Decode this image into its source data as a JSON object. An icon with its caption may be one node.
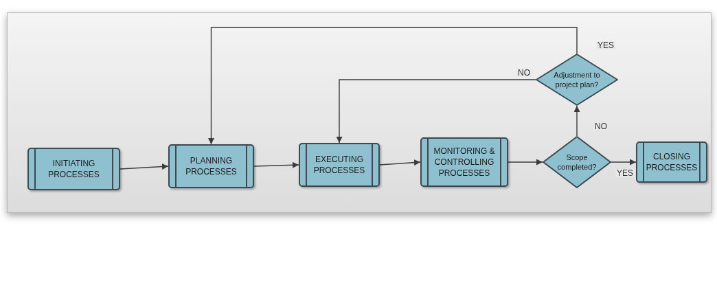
{
  "diagram": {
    "nodes": [
      {
        "text": [
          "INITIATING PROCESSES"
        ]
      },
      {
        "text": [
          "PLANNING PROCESSES"
        ]
      },
      {
        "text": [
          "EXECUTING PROCESSES"
        ]
      },
      {
        "text": [
          "MONITORING & CONTROLLING PROCESSES"
        ]
      },
      {
        "text": [
          "Scope completed?"
        ]
      },
      {
        "text": [
          "CLOSING PROCESSES"
        ]
      },
      {
        "text": [
          "Adjustment to project plan?"
        ]
      }
    ],
    "edges": [
      {
        "from": 0,
        "to": 1,
        "arrow": "to"
      },
      {
        "from": 1,
        "to": 2,
        "arrow": "to"
      },
      {
        "from": 2,
        "to": 3,
        "arrow": "to"
      },
      {
        "from": 3,
        "to": 4,
        "arrow": "to"
      },
      {
        "from": 4,
        "to": 5,
        "arrow": "to",
        "label": "YES"
      },
      {
        "from": 4,
        "to": 6,
        "arrow": "to",
        "label": "NO"
      },
      {
        "from": 6,
        "to": 1,
        "arrow": "to",
        "label": "YES"
      },
      {
        "from": 6,
        "to": 2,
        "arrow": "to",
        "label": "NO"
      }
    ]
  }
}
